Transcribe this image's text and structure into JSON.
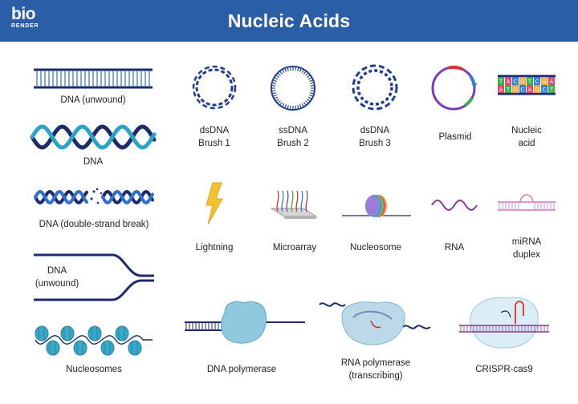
{
  "header": {
    "title": "Nucleic Acids",
    "logo_main": "bio",
    "logo_sub": "RENDER"
  },
  "items": {
    "dna_unwound": "DNA (unwound)",
    "dna": "DNA",
    "dna_break": "DNA (double-strand break)",
    "dna_unwound_split_1": "DNA",
    "dna_unwound_split_2": "(unwound)",
    "nucleosomes": "Nucleosomes",
    "dsdna_brush_1": [
      "dsDNA",
      "Brush 1"
    ],
    "ssdna_brush_2": [
      "ssDNA",
      "Brush 2"
    ],
    "dsdna_brush_3": [
      "dsDNA",
      "Brush 3"
    ],
    "plasmid": "Plasmid",
    "nucleic_acid": [
      "Nucleic",
      "acid"
    ],
    "lightning": "Lightning",
    "microarray": "Microarray",
    "nucleosome": "Nucleosome",
    "rna": "RNA",
    "mirna_duplex": [
      "miRNA",
      "duplex"
    ],
    "dna_polymerase": "DNA polymerase",
    "rna_polymerase": [
      "RNA polymerase",
      "(transcribing)"
    ],
    "crispr_cas9": "CRISPR-cas9"
  },
  "nucleic_acid_letters": [
    "T",
    "A",
    "C",
    "G",
    "T",
    "C",
    "G",
    "A",
    "A",
    "T",
    "G",
    "C",
    "A",
    "G",
    "C",
    "T"
  ],
  "colors": {
    "header_bg": "#2a5ea6",
    "dna_dark": "#1d2a6b",
    "dna_light": "#2aa3c7",
    "ring_blue": "#1e3f8f",
    "plasmid_purple": "#7a3bbf",
    "lightning_yellow": "#f2c230",
    "rna_purple": "#8b3a8f",
    "mirna_pink": "#d68ac9",
    "polymerase_blue": "#8fc9df",
    "nucleosome_teal": "#3aa9c8"
  }
}
